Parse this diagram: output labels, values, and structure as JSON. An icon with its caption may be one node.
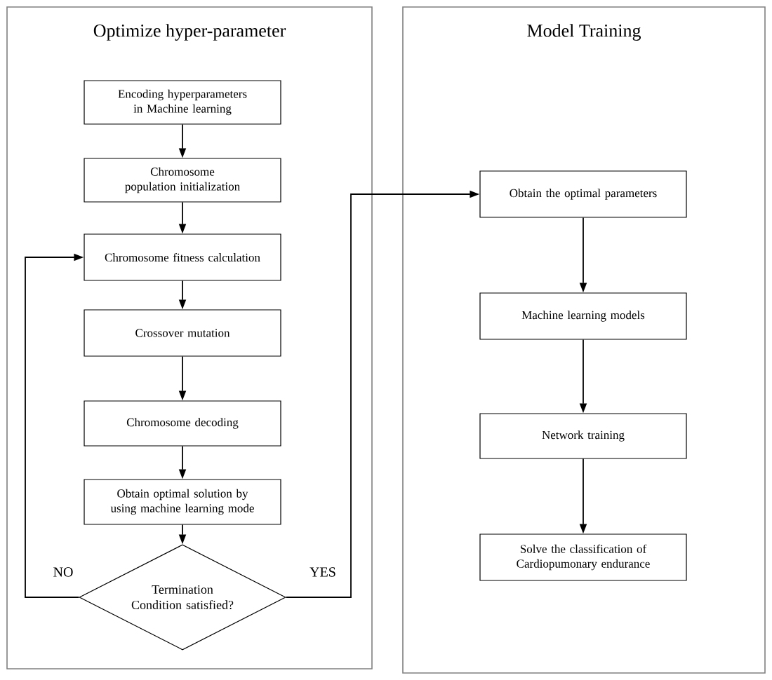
{
  "diagram": {
    "nodes": [
      {
        "text": [
          "Optimize hyper-parameter"
        ]
      },
      {
        "text": [
          "Encoding hyperparameters in Machine learning"
        ],
        "in": 0
      },
      {
        "text": [
          "Chromosome population initialization"
        ],
        "in": 0
      },
      {
        "text": [
          "Chromosome fitness calculation"
        ],
        "in": 0
      },
      {
        "text": [
          "Crossover mutation"
        ],
        "in": 0
      },
      {
        "text": [
          "Chromosome decoding"
        ],
        "in": 0
      },
      {
        "text": [
          "Obtain optimal solution by using  machine learning mode"
        ],
        "in": 0
      },
      {
        "text": [
          "Termination Condition satisfied?"
        ],
        "in": 0
      },
      {
        "text": [
          "Model Training"
        ]
      },
      {
        "text": [
          "Obtain the optimal parameters"
        ],
        "in": 8
      },
      {
        "text": [
          "Machine learning models"
        ],
        "in": 8
      },
      {
        "text": [
          "Network training"
        ],
        "in": 8
      },
      {
        "text": [
          "Solve the classification of Cardiopumonary endurance"
        ],
        "in": 8
      }
    ],
    "edges": [
      {
        "from": 1,
        "to": 2,
        "arrow": "to"
      },
      {
        "from": 2,
        "to": 3,
        "arrow": "to"
      },
      {
        "from": 3,
        "to": 4,
        "arrow": "to"
      },
      {
        "from": 4,
        "to": 5,
        "arrow": "to"
      },
      {
        "from": 5,
        "to": 6,
        "arrow": "to"
      },
      {
        "from": 6,
        "to": 7,
        "arrow": "to"
      },
      {
        "from": 7,
        "to": 3,
        "arrow": "to",
        "label": "NO"
      },
      {
        "from": 7,
        "to": 9,
        "arrow": "to",
        "label": "YES"
      },
      {
        "from": 9,
        "to": 10,
        "arrow": "to"
      },
      {
        "from": 10,
        "to": 11,
        "arrow": "to"
      },
      {
        "from": 11,
        "to": 12,
        "arrow": "to"
      }
    ]
  }
}
